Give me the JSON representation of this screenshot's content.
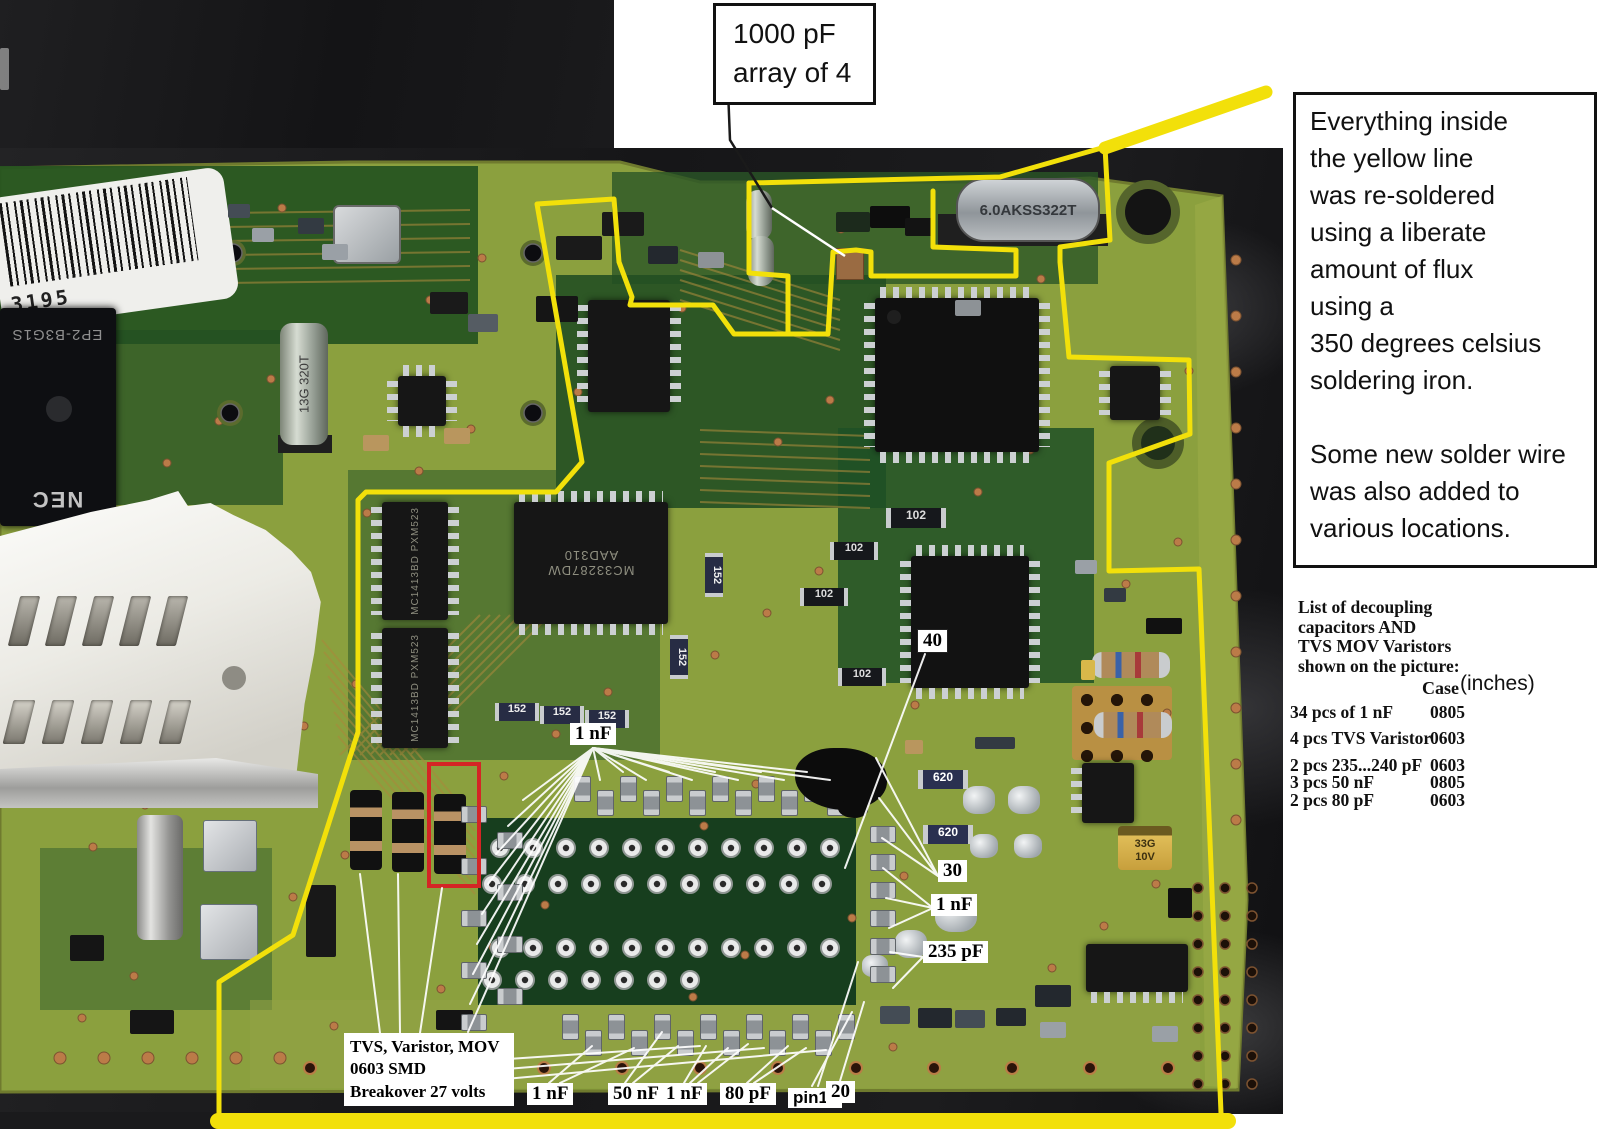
{
  "callout": {
    "line1": "1000 pF",
    "line2": "array of 4"
  },
  "note_box": {
    "text": "Everything inside\nthe yellow line\nwas re-soldered\nusing a liberate\namount of flux\nusing a\n350 degrees celsius\nsoldering iron.\n\nSome new solder wire\nwas also added to\nvarious locations."
  },
  "parts_list": {
    "heading": "List of decoupling\ncapacitors AND\nTVS MOV Varistors\nshown on the picture:",
    "col_case": "Case",
    "col_inches": "(inches)",
    "rows": [
      {
        "qty": "34 pcs of 1 nF",
        "case": "0805"
      },
      {
        "qty": "4 pcs TVS Varistor",
        "case": "0603"
      },
      {
        "qty": "2 pcs 235...240 pF",
        "case": "0603"
      },
      {
        "qty": "3 pcs 50 nF",
        "case": "0805"
      },
      {
        "qty": "2 pcs 80 pF",
        "case": "0603"
      }
    ]
  },
  "board_labels": {
    "l40": "40",
    "l30": "30",
    "nf1_right": "1 nF",
    "pf235": "235 pF",
    "nf1_center": "1 nF",
    "nf1_bottom": "1 nF",
    "nf50": "50 nF",
    "nf1_bottom2": "1 nF",
    "pf80": "80 pF",
    "pin10": "pin10",
    "l20": "20"
  },
  "tvs_label": {
    "text": "TVS, Varistor, MOV\n0603 SMD\nBreakover 27 volts"
  },
  "components": {
    "barcode_digits": "3195",
    "relay_model": "EP2-B3G1S",
    "relay_brand": "NEC",
    "crystal_cylinder": "13G 320T",
    "crystal_smd": "6.0AKSS322T",
    "ic_soic20_line1": "MC33287DW",
    "ic_soic20_line2": "AAD310",
    "ic_soic16": "MC1413BD PXM523",
    "r620": "620",
    "r152": "152",
    "r102": "102",
    "tant_line1": "33G",
    "tant_line2": "10V"
  },
  "colors": {
    "annotation_yellow": "#f2e00a",
    "annotation_red": "#d42525",
    "board_olive": "#8ba03e",
    "board_dark_green": "#1f4f26",
    "table_dark": "#1b1b1d",
    "page_white": "#ffffff"
  }
}
